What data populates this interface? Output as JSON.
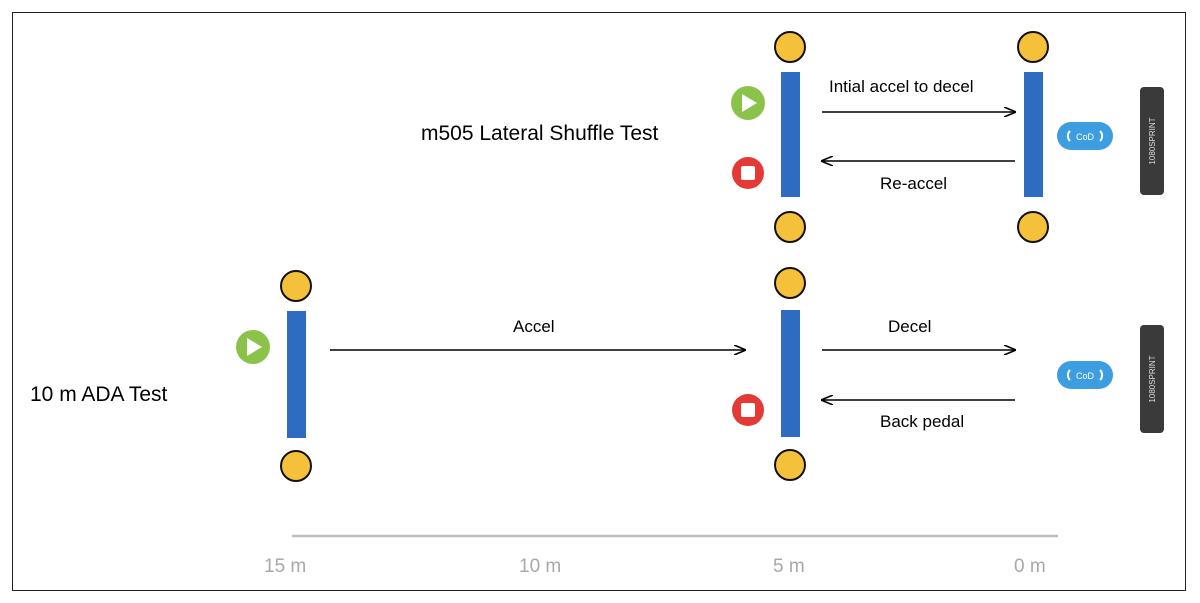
{
  "tests": {
    "shuffle_title": "m505 Lateral Shuffle Test",
    "ada_title": "10 m ADA Test"
  },
  "arrows": {
    "intial_accel": "Intial accel to decel",
    "re_accel": "Re-accel",
    "accel": "Accel",
    "decel": "Decel",
    "back_pedal": "Back pedal"
  },
  "axis": {
    "ticks": [
      "15 m",
      "10 m",
      "5 m",
      "0 m"
    ]
  },
  "badges": {
    "cod": "CoD",
    "device": "1080SPRINT"
  },
  "icons": {
    "start": "play-icon",
    "stop": "stop-icon",
    "cone": "cone-icon",
    "gate": "timing-gate",
    "cod": "change-of-direction-icon",
    "device": "sprint-device-icon"
  },
  "colors": {
    "cone": "#f6c13a",
    "gate": "#2d6cc0",
    "start": "#8bc34a",
    "stop": "#e53935",
    "cod": "#3c9ee0",
    "device": "#3a3a3a",
    "axis": "#bdbdbd",
    "tick": "#a8a8a8"
  }
}
